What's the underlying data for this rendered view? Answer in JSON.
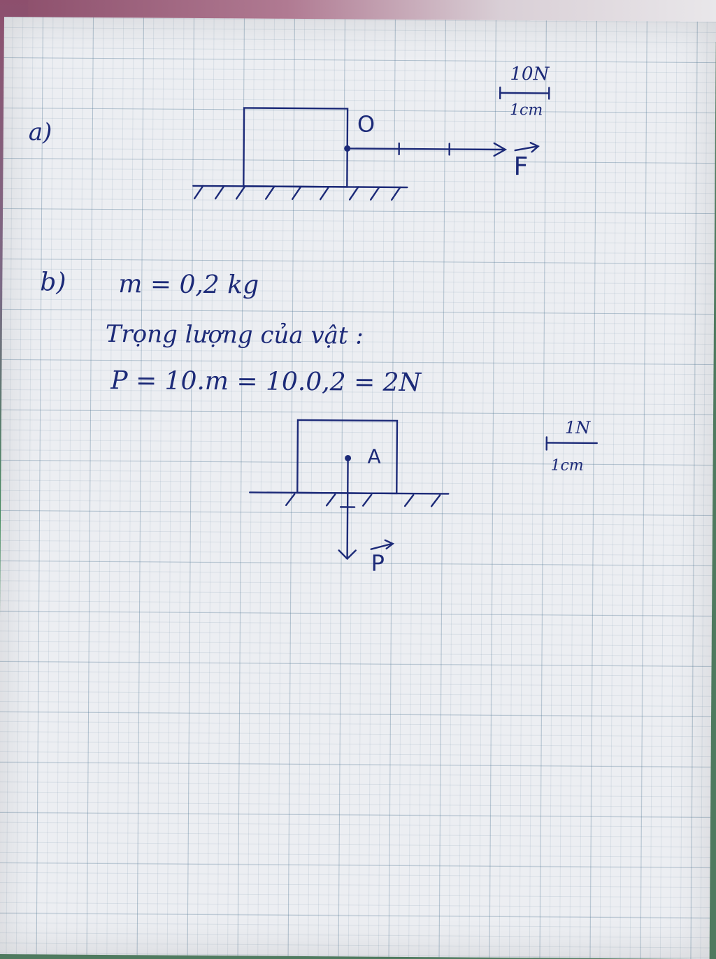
{
  "part_a": {
    "label": "a)",
    "point_label": "O",
    "force_label": "F",
    "scale_force": "10N",
    "scale_length": "1cm"
  },
  "part_b": {
    "label": "b)",
    "mass_line": "m = 0,2 kg",
    "weight_heading": "Trọng lượng của vật :",
    "weight_formula": "P = 10.m = 10.0,2 = 2N",
    "point_label": "A",
    "force_label": "P",
    "scale_force": "1N",
    "scale_length": "1cm"
  },
  "ink_color": "#1c2a78"
}
